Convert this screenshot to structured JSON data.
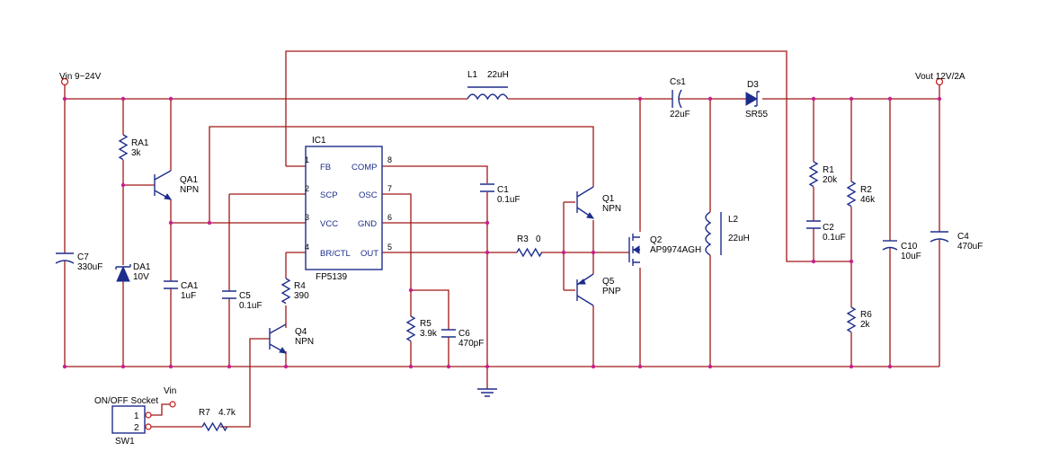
{
  "labels": {
    "vin": "Vin 9~24V",
    "vout": "Vout 12V/2A",
    "L1": "L1",
    "L1_val": "22uH",
    "Cs1": "Cs1",
    "Cs1_val": "22uF",
    "D3": "D3",
    "D3_val": "SR55",
    "RA1": "RA1",
    "RA1_val": "3k",
    "QA1": "QA1",
    "QA1_val": "NPN",
    "C7": "C7",
    "C7_val": "330uF",
    "DA1": "DA1",
    "DA1_val": "10V",
    "CA1": "CA1",
    "CA1_val": "1uF",
    "C5": "C5",
    "C5_val": "0.1uF",
    "R4": "R4",
    "R4_val": "390",
    "Q4": "Q4",
    "Q4_val": "NPN",
    "IC1": "IC1",
    "IC1_val": "FP5139",
    "C1": "C1",
    "C1_val": "0.1uF",
    "R5": "R5",
    "R5_val": "3.9k",
    "C6": "C6",
    "C6_val": "470pF",
    "R3": "R3",
    "R3_val": "0",
    "Q1": "Q1",
    "Q1_val": "NPN",
    "Q5": "Q5",
    "Q5_val": "PNP",
    "Q2": "Q2",
    "Q2_val": "AP9974AGH",
    "L2": "L2",
    "L2_val": "22uH",
    "R1": "R1",
    "R1_val": "20k",
    "C2": "C2",
    "C2_val": "0.1uF",
    "R2": "R2",
    "R2_val": "46k",
    "R6": "R6",
    "R6_val": "2k",
    "C10": "C10",
    "C10_val": "10uF",
    "C4": "C4",
    "C4_val": "470uF",
    "sw_title": "ON/OFF Socket",
    "sw_vin": "Vin",
    "sw_pin1": "1",
    "sw_pin2": "2",
    "SW1": "SW1",
    "R7": "R7",
    "R7_val": "4.7k"
  },
  "ic_pins": {
    "fb": "FB",
    "scp": "SCP",
    "vcc": "VCC",
    "brctl": "BR/CTL",
    "comp": "COMP",
    "osc": "OSC",
    "gnd": "GND",
    "out": "OUT",
    "n1": "1",
    "n2": "2",
    "n3": "3",
    "n4": "4",
    "n5": "5",
    "n6": "6",
    "n7": "7",
    "n8": "8"
  },
  "colors": {
    "wire": "#a01818",
    "component": "#1e2d8c",
    "junction": "#c8208c",
    "background": "#ffffff"
  }
}
